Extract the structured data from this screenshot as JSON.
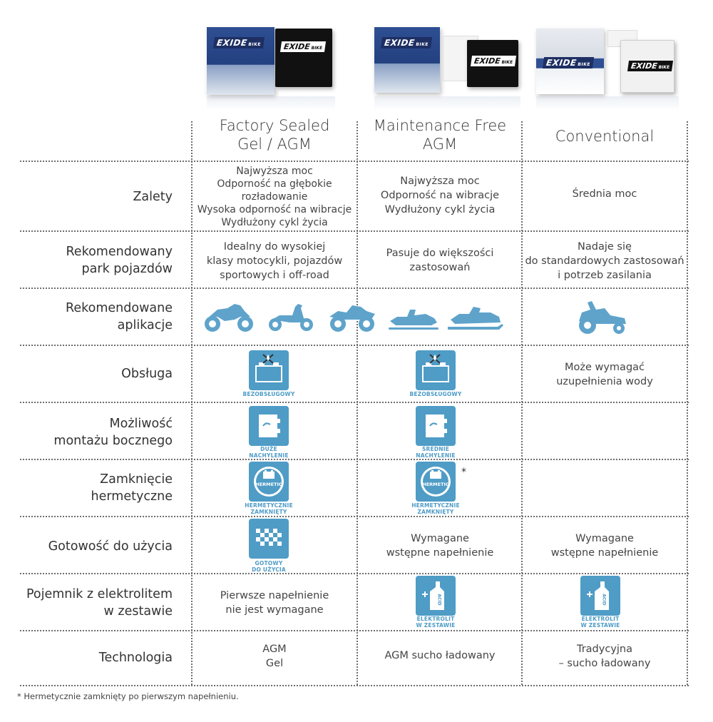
{
  "brand": {
    "logo_text": "EXIDE",
    "logo_sub": "BIKE"
  },
  "columns": [
    {
      "title": "Factory Sealed\nGel / AGM"
    },
    {
      "title": "Maintenance Free\nAGM"
    },
    {
      "title": "Conventional"
    }
  ],
  "rows": {
    "zalety": {
      "label": "Zalety",
      "c1": "Najwyższa moc\nOdporność na głębokie\nrozładowanie\nWysoka odporność na wibracje\nWydłużony cykl życia",
      "c2": "Najwyższa moc\nOdporność na wibracje\nWydłużony cykl życia",
      "c3": "Średnia moc"
    },
    "park": {
      "label": "Rekomendowany\npark pojazdów",
      "c1": "Idealny do wysokiej\nklasy motocykli, pojazdów\nsportowych i off-road",
      "c2": "Pasuje do większości\nzastosowań",
      "c3": "Nadaje się\ndo standardowych zastosowań\ni potrzeb zasilania"
    },
    "aplikacje": {
      "label": "Rekomendowane\naplikacje",
      "icons": [
        "sport-motorcycle-icon",
        "scooter-icon",
        "atv-icon",
        "jet-ski-icon",
        "snowmobile-icon",
        "lawn-tractor-icon"
      ]
    },
    "obsluga": {
      "label": "Obsługa",
      "c1_caption": "BEZOBSŁUGOWY",
      "c2_caption": "BEZOBSŁUGOWY",
      "c3": "Może wymagać\nuzupełnienia wody"
    },
    "montaz": {
      "label": "Możliwość\nmontażu bocznego",
      "c1_caption": "DUŻE\nNACHYLENIE",
      "c2_caption": "ŚREDNIE\nNACHYLENIE"
    },
    "hermetic": {
      "label": "Zamknięcie\nhermetyczne",
      "badge": "HERMETIC",
      "c1_caption": "HERMETYCZNIE\nZAMKNIĘTY",
      "c2_caption": "HERMETYCZNIE\nZAMKNIĘTY",
      "c2_mark": "*"
    },
    "gotowosc": {
      "label": "Gotowość do użycia",
      "c1_caption": "GOTOWY\nDO UŻYCIA",
      "c2": "Wymagane\nwstępne napełnienie",
      "c3": "Wymagane\nwstępne napełnienie"
    },
    "elektrolit": {
      "label": "Pojemnik z elektrolitem\nw zestawie",
      "c1": "Pierwsze napełnienie\nnie jest wymagane",
      "acid": "ACID",
      "c2_caption": "ELEKTROLIT\nW ZESTAWIE",
      "c3_caption": "ELEKTROLIT\nW ZESTAWIE"
    },
    "technologia": {
      "label": "Technologia",
      "c1": "AGM\nGel",
      "c2": "AGM sucho ładowany",
      "c3": "Tradycyjna\n– sucho ładowany"
    }
  },
  "footnote": "* Hermetycznie zamknięty po pierwszym napełnieniu.",
  "colors": {
    "accent": "#4f9cc6",
    "text": "#3c3c3c",
    "grid": "#6d6d6d",
    "box_blue": "#2f4f94"
  }
}
